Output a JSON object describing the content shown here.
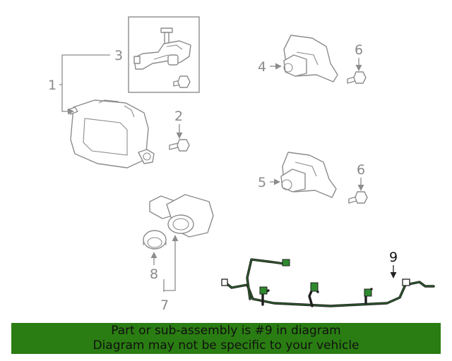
{
  "callouts": {
    "c1": "1",
    "c2": "2",
    "c3": "3",
    "c4": "4",
    "c5": "5",
    "c6a": "6",
    "c6b": "6",
    "c7": "7",
    "c8": "8",
    "c9": "9"
  },
  "highlighted_part": "9",
  "colors": {
    "banner_bg": "#2a7d12",
    "highlight": "#2f8a2f",
    "callout": "#8a8a8a"
  },
  "banner": {
    "line1": "Part or sub-assembly is #9 in diagram",
    "line2": "Diagram may not be specific to your vehicle"
  }
}
